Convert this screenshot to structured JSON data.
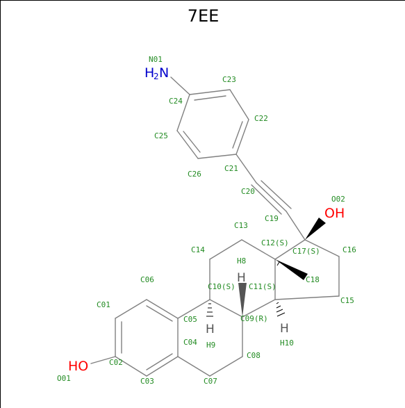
{
  "title": "7EE",
  "colors": {
    "carbon_label": "#228b22",
    "oxygen": "#ff0000",
    "nitrogen": "#0000cc",
    "bond": "#808080",
    "wedge": "#000000",
    "hydrogen": "#555555"
  },
  "heteroatoms": {
    "nh2_h": "H",
    "nh2_sub": "2",
    "nh2_n": "N",
    "oh_top": "OH",
    "ho_left": "HO",
    "h_c09": "H",
    "h_c10": "H",
    "h_c11": "H"
  },
  "atom_labels": {
    "n01": "N01",
    "c24": "C24",
    "c23": "C23",
    "c22": "C22",
    "c25": "C25",
    "c26": "C26",
    "c21": "C21",
    "c20": "C20",
    "c19": "C19",
    "o02": "O02",
    "c13": "C13",
    "c14": "C14",
    "c12": "C12(S)",
    "c17": "C17(S)",
    "c16": "C16",
    "h8": "H8",
    "c18": "C18",
    "c06": "C06",
    "c10": "C10(S)",
    "c11": "C11(S)",
    "c01": "C01",
    "c05": "C05",
    "c09": "C09(R)",
    "c15": "C15",
    "c04": "C04",
    "h9": "H9",
    "h10": "H10",
    "c08": "C08",
    "c02": "C02",
    "o01": "O01",
    "c03": "C03",
    "c07": "C07"
  }
}
